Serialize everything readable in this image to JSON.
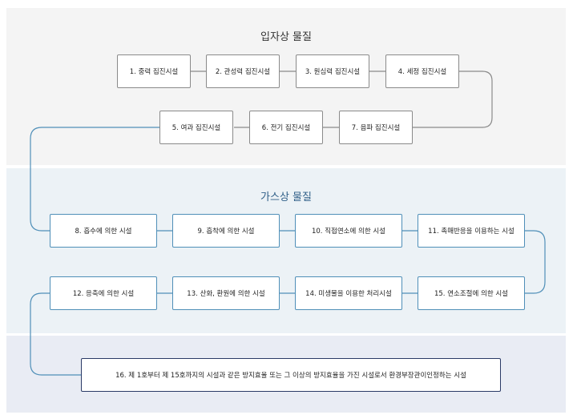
{
  "sections": {
    "particulate": {
      "title": "입자상 물질",
      "items": [
        "1. 중력 집진시설",
        "2. 관성력 집진시설",
        "3. 원심력 집진시설",
        "4. 세정 집진시설",
        "5. 여과 집진시설",
        "6. 전기 집진시설",
        "7. 음파 집진시설"
      ]
    },
    "gaseous": {
      "title": "가스상 물질",
      "items": [
        "8. 흡수에 의한 시설",
        "9. 흡착에 의한 시설",
        "10. 직접연소에 의한 시설",
        "11. 촉매반응을 이용하는 시설",
        "12. 응축에 의한 시설",
        "13. 산화, 환원에 의한 시설",
        "14. 미생물을 이용한 처리시설",
        "15. 연소조절에 의한 시설"
      ]
    },
    "other": {
      "items": [
        "16. 제 1호부터 제 15호까지의 시설과 같은 방지효율 또는 그 이상의 방지효율을 가진 시설로서 환경부장관이인정하는 시설"
      ]
    }
  },
  "colors": {
    "gray_line": "#8a8a8a",
    "blue_line": "#4f8fb8",
    "navy_border": "#2a3a66"
  }
}
